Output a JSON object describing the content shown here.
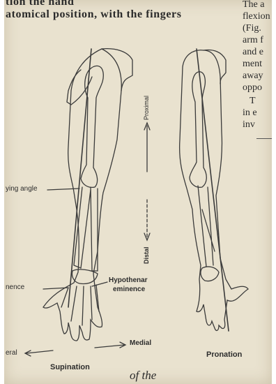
{
  "page": {
    "top_text": [
      "tion the hand",
      "atomical position, with the fingers"
    ],
    "right_column": [
      "The a",
      "flexion",
      "(Fig.",
      "arm f",
      "and e",
      "ment",
      "away",
      "oppo",
      "T",
      "in e",
      "inv"
    ],
    "bottom_text": "of the"
  },
  "figure": {
    "labels": {
      "carrying_angle": "ying angle",
      "eminence": "nence",
      "hypothenar_1": "Hypothenar",
      "hypothenar_2": "eminence",
      "proximal": "Proximal",
      "distal": "Distal",
      "lateral": "eral",
      "medial": "Medial",
      "supination": "Supination",
      "pronation": "Pronation"
    }
  }
}
